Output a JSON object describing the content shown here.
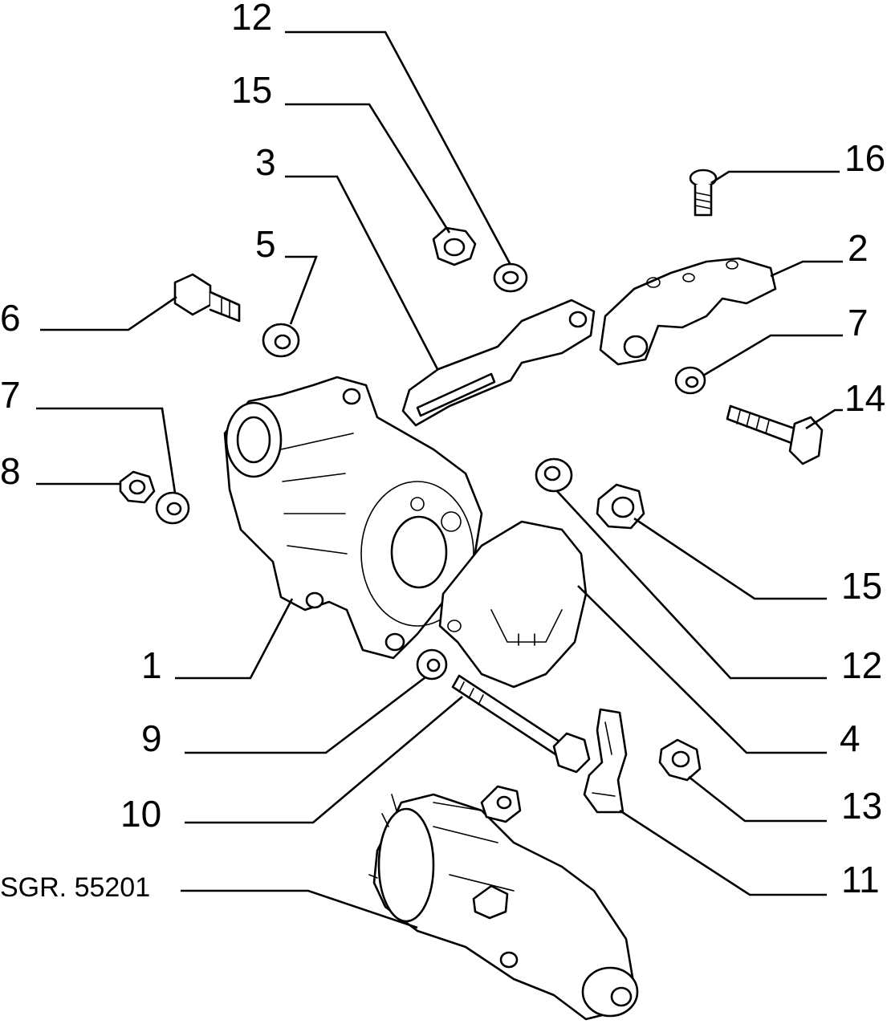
{
  "diagram": {
    "callouts": [
      {
        "id": "c12a",
        "label": "12"
      },
      {
        "id": "c15a",
        "label": "15"
      },
      {
        "id": "c3",
        "label": "3"
      },
      {
        "id": "c16",
        "label": "16"
      },
      {
        "id": "c5",
        "label": "5"
      },
      {
        "id": "c2",
        "label": "2"
      },
      {
        "id": "c6",
        "label": "6"
      },
      {
        "id": "c7a",
        "label": "7"
      },
      {
        "id": "c7b",
        "label": "7"
      },
      {
        "id": "c14",
        "label": "14"
      },
      {
        "id": "c8",
        "label": "8"
      },
      {
        "id": "c15b",
        "label": "15"
      },
      {
        "id": "c1",
        "label": "1"
      },
      {
        "id": "c12b",
        "label": "12"
      },
      {
        "id": "c9",
        "label": "9"
      },
      {
        "id": "c4",
        "label": "4"
      },
      {
        "id": "c10",
        "label": "10"
      },
      {
        "id": "c13",
        "label": "13"
      },
      {
        "id": "c11",
        "label": "11"
      }
    ],
    "reference": "SGR. 55201"
  }
}
